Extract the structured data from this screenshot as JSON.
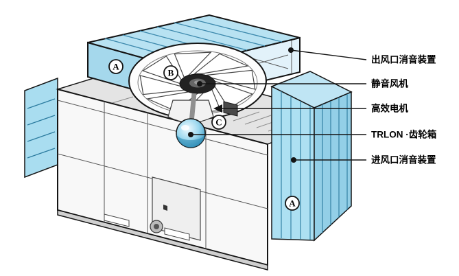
{
  "figure": {
    "kind": "cooling-tower-cutaway-diagram"
  },
  "callouts": [
    {
      "id": "outlet-silencer",
      "label": "出风口消音装置"
    },
    {
      "id": "silent-fan",
      "label": "静音风机"
    },
    {
      "id": "motor",
      "label": "高效电机"
    },
    {
      "id": "gearbox",
      "label": "TRLON ·齿轮箱"
    },
    {
      "id": "inlet-silencer",
      "label": "进风口消音装置"
    }
  ],
  "markers": [
    "A",
    "B",
    "C",
    "A"
  ],
  "colors": {
    "silencer_blue": "#aadcee",
    "silencer_blue_light": "#e2f2fa",
    "silencer_blue_dark": "#93cfe7",
    "louver_line": "#2a7a9e",
    "body_white": "#f8f8f8",
    "deck_gray": "#e4e4e4",
    "outline": "#141414",
    "hub_dark": "#222222",
    "gearbox_blue": "#2f8fbc"
  }
}
